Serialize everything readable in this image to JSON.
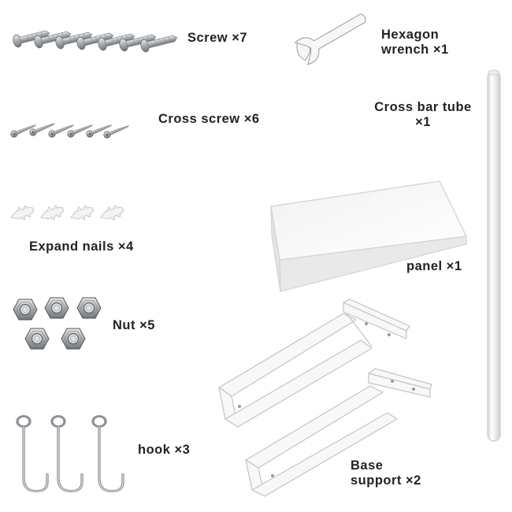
{
  "parts": {
    "screw": "Screw ×7",
    "wrench_line1": "Hexagon",
    "wrench_line2": "wrench ×1",
    "cross_screw": "Cross screw ×6",
    "tube_line1": "Cross bar tube",
    "tube_line2": "×1",
    "expand_nails": "Expand nails ×4",
    "panel": "panel ×1",
    "nut": "Nut ×5",
    "hook": "hook ×3",
    "base_line1": "Base",
    "base_line2": "support ×2"
  },
  "colors": {
    "background": "#ffffff",
    "metal": "#b9bcc1",
    "metal_dark": "#6f7378",
    "white_part": "#f7f7f7",
    "outline": "#c9c9c9",
    "label": "#222222"
  },
  "icons": [
    "screw-icon",
    "hexagon-wrench-icon",
    "cross-screw-icon",
    "cross-bar-tube-icon",
    "expand-nail-icon",
    "panel-icon",
    "nut-icon",
    "hook-icon",
    "base-support-icon"
  ]
}
